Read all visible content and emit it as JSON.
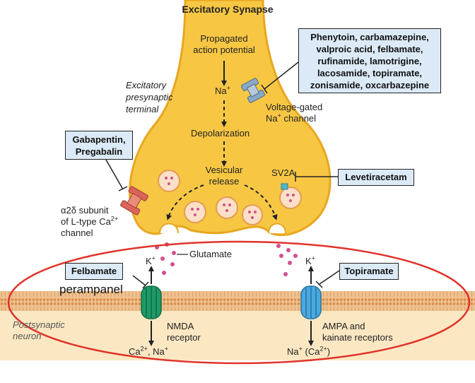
{
  "diagram": {
    "title": "Excitatory Synapse",
    "presynaptic": {
      "label_lines": [
        "Excitatory",
        "presynaptic",
        "terminal"
      ],
      "propagated_lines": [
        "Propagated",
        "action potential"
      ],
      "na_ion": "Na",
      "depolarization": "Depolarization",
      "vesicular_lines": [
        "Vesicular",
        "release"
      ],
      "sv2a": "SV2A",
      "vg_channel_lines": [
        "Voltage-gated",
        "Na",
        "channel"
      ],
      "ca_channel_lines": [
        "α2δ subunit",
        "of L-type Ca",
        "channel"
      ]
    },
    "synaptic": {
      "glutamate": "Glutamate",
      "k_ion_left": "K",
      "k_ion_right": "K"
    },
    "postsynaptic": {
      "label_lines": [
        "Postsynaptic",
        "neuron"
      ],
      "nmda_lines": [
        "NMDA",
        "receptor"
      ],
      "ampa_lines": [
        "AMPA and",
        "kainate receptors"
      ],
      "nmda_output": "Ca",
      "nmda_output_tail": ", Na",
      "ampa_output": "Na",
      "ampa_output_tail": " (Ca",
      "ampa_output_end": ")"
    },
    "charges": {
      "plus": "+",
      "ca": "2+"
    },
    "drugs": {
      "sodium_blockers_lines": [
        "Phenytoin, carbamazepine,",
        "valproic acid, felbamate,",
        "rufinamide, lamotrigine,",
        "lacosamide, topiramate,",
        "zonisamide, oxcarbazepine"
      ],
      "gabapentin_lines": [
        "Gabapentin,",
        "Pregabalin"
      ],
      "levetiracetam": "Levetiracetam",
      "felbamate": "Felbamate",
      "topiramate": "Topiramate",
      "perampanel": "perampanel"
    },
    "colors": {
      "terminal_fill": "#f7c744",
      "terminal_edge": "#e8a620",
      "membrane": "#e8b27d",
      "postsynaptic_fill": "#fbe8c3",
      "drug_box": "#dbeaf6",
      "nmda": "#1e9a68",
      "ampa": "#4aa9df",
      "ca_channel": "#d9645a",
      "na_channel": "#8aa9c4",
      "vesicle": "#fbe0c8",
      "vesicle_dot": "#d1508f",
      "annotation_ellipse": "#e0332b"
    }
  }
}
